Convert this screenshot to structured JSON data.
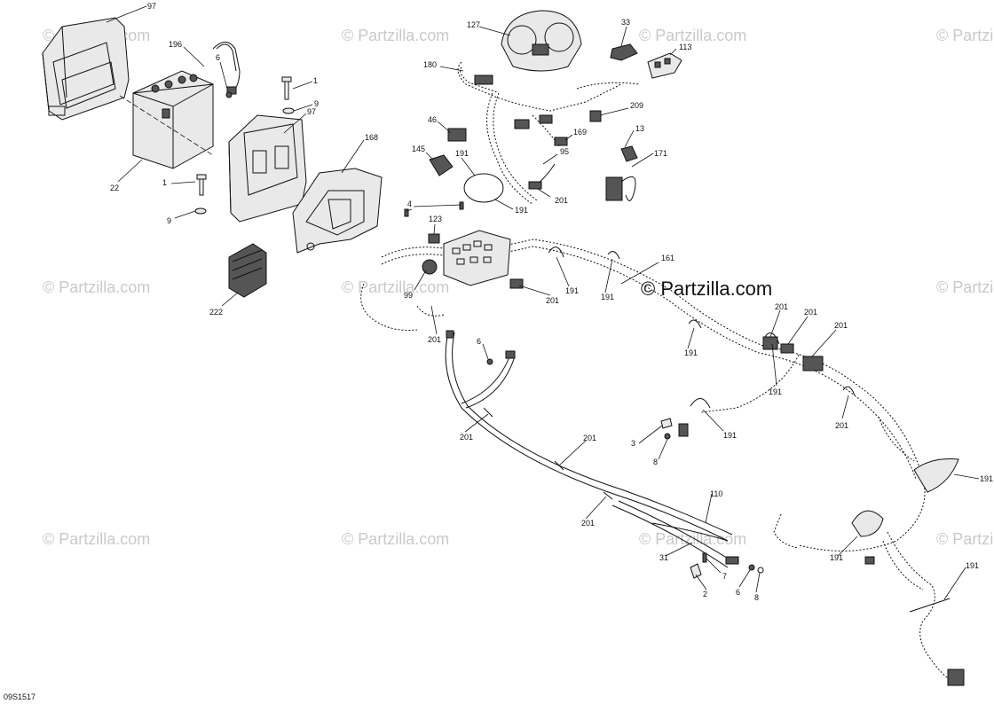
{
  "watermark": {
    "text": "© Partzilla.com"
  },
  "brand": {
    "text": "© Partzilla.com"
  },
  "diagram_code": "09S1517",
  "callouts": {
    "c97a": "97",
    "c196": "196",
    "c6a": "6",
    "c1a": "1",
    "c9a": "9",
    "c97b": "97",
    "c168": "168",
    "c22": "22",
    "c1b": "1",
    "c9b": "9",
    "c222": "222",
    "c127": "127",
    "c33": "33",
    "c113": "113",
    "c180": "180",
    "c209": "209",
    "c46": "46",
    "c13": "13",
    "c169": "169",
    "c145": "145",
    "c191a": "191",
    "c95": "95",
    "c171": "171",
    "c201a": "201",
    "c191b": "191",
    "c4": "4",
    "c123": "123",
    "c161": "161",
    "c99": "99",
    "c201b": "201",
    "c191c": "191",
    "c191d": "191",
    "c201c": "201",
    "c201d": "201",
    "c201e": "201",
    "c201f": "201",
    "c6b": "6",
    "c191e": "191",
    "c191f": "191",
    "c201g": "201",
    "c201h": "201",
    "c3": "3",
    "c191g": "191",
    "c8a": "8",
    "c201i": "201",
    "c191h": "191",
    "c110": "110",
    "c201j": "201",
    "c31": "31",
    "c7": "7",
    "c2": "2",
    "c6c": "6",
    "c8b": "8",
    "c191i": "191",
    "c191j": "191"
  }
}
